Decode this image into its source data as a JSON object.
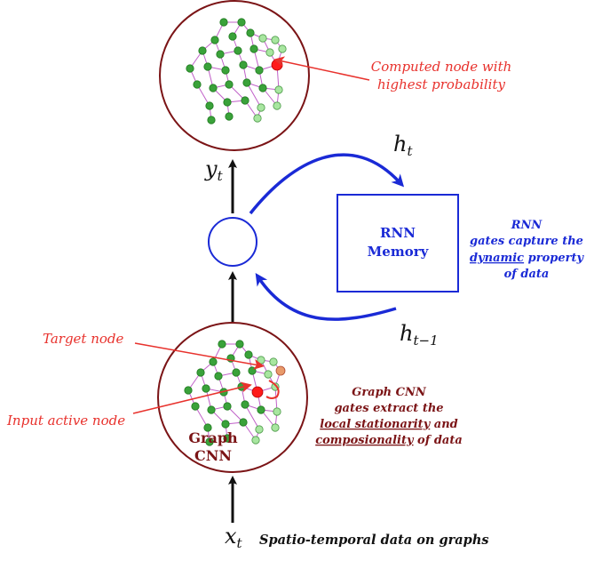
{
  "top_circle": {
    "annotation_line1": "Computed node with",
    "annotation_line2": "highest probability"
  },
  "labels": {
    "y_t": "y",
    "y_t_sub": "t",
    "h_t": "h",
    "h_t_sub": "t",
    "h_t1": "h",
    "h_t1_sub": "t−1",
    "x_t": "x",
    "x_t_sub": "t",
    "input_caption": "Spatio-temporal data on graphs"
  },
  "rnn": {
    "box_line1": "RNN",
    "box_line2": "Memory",
    "desc_line1": "RNN",
    "desc_line2": "gates capture the",
    "desc_line3_u": "dynamic",
    "desc_line3_rest": " property",
    "desc_line4": "of data"
  },
  "graph_cnn": {
    "title_line1": "Graph",
    "title_line2": "CNN",
    "target_label": "Target node",
    "input_label": "Input active node",
    "desc_line1": "Graph CNN",
    "desc_line2": "gates extract the",
    "desc_line3_u": "local stationarity",
    "desc_line3_rest": " and",
    "desc_line4_u": "composionality",
    "desc_line4_rest": " of data"
  },
  "colors": {
    "maroon": "#7b1416",
    "blue": "#1a2ad6",
    "red": "#e8322d",
    "node_dark": "#3aa23a",
    "node_light": "#a8e6a0",
    "edge": "#c060c8"
  }
}
